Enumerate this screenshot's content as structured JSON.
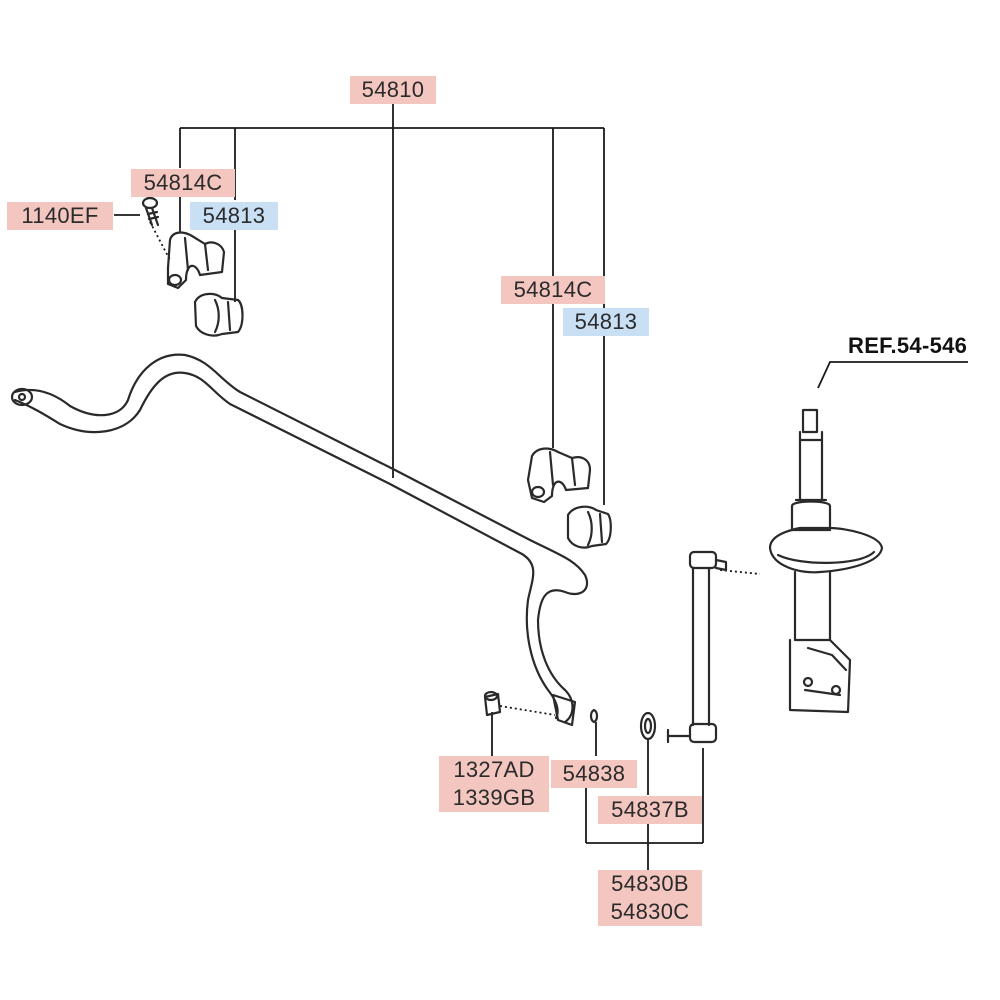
{
  "labels": {
    "stabilizer_bar": "54810",
    "bracket_left": "54814C",
    "bolt": "1140EF",
    "bushing_left": "54813",
    "bracket_right": "54814C",
    "bushing_right": "54813",
    "strut_ref": "REF.54-546",
    "nut_a": "1327AD",
    "nut_b": "1339GB",
    "pin": "54838",
    "link_bushing": "54837B",
    "link_assy_a": "54830B",
    "link_assy_b": "54830C"
  },
  "colors": {
    "pink_label": "#f4c6c0",
    "blue_label": "#c9dff3",
    "line": "#1a1a1a"
  }
}
